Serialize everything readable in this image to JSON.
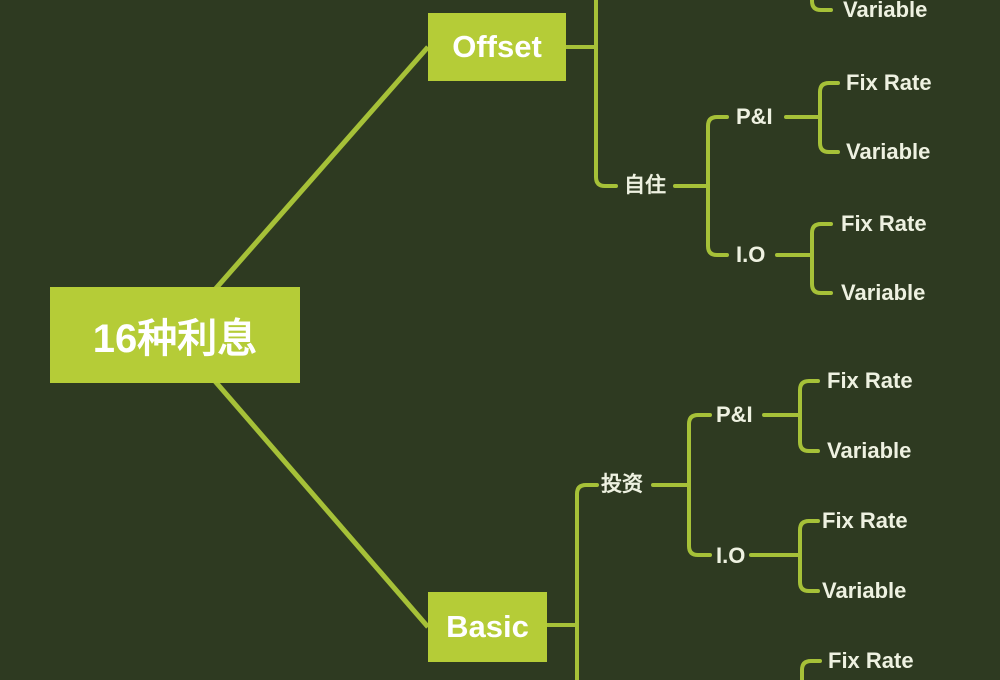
{
  "colors": {
    "background": "#2e3a21",
    "node_fill": "#b5cc37",
    "edge": "#a6c138",
    "node_text": "#ffffff",
    "label_text": "#eef1e1"
  },
  "map": {
    "root": {
      "label": "16种利息"
    },
    "offset": {
      "label": "Offset",
      "clipped_top_leaf": "Variable",
      "branch": {
        "label": "自住",
        "pi": {
          "label": "P&I",
          "fix": "Fix Rate",
          "variable": "Variable"
        },
        "io": {
          "label": "I.O",
          "fix": "Fix Rate",
          "variable": "Variable"
        }
      }
    },
    "basic": {
      "label": "Basic",
      "clipped_bottom_leaf": "Fix Rate",
      "branch": {
        "label": "投资",
        "pi": {
          "label": "P&I",
          "fix": "Fix Rate",
          "variable": "Variable"
        },
        "io": {
          "label": "I.O",
          "fix": "Fix Rate",
          "variable": "Variable"
        }
      }
    }
  }
}
